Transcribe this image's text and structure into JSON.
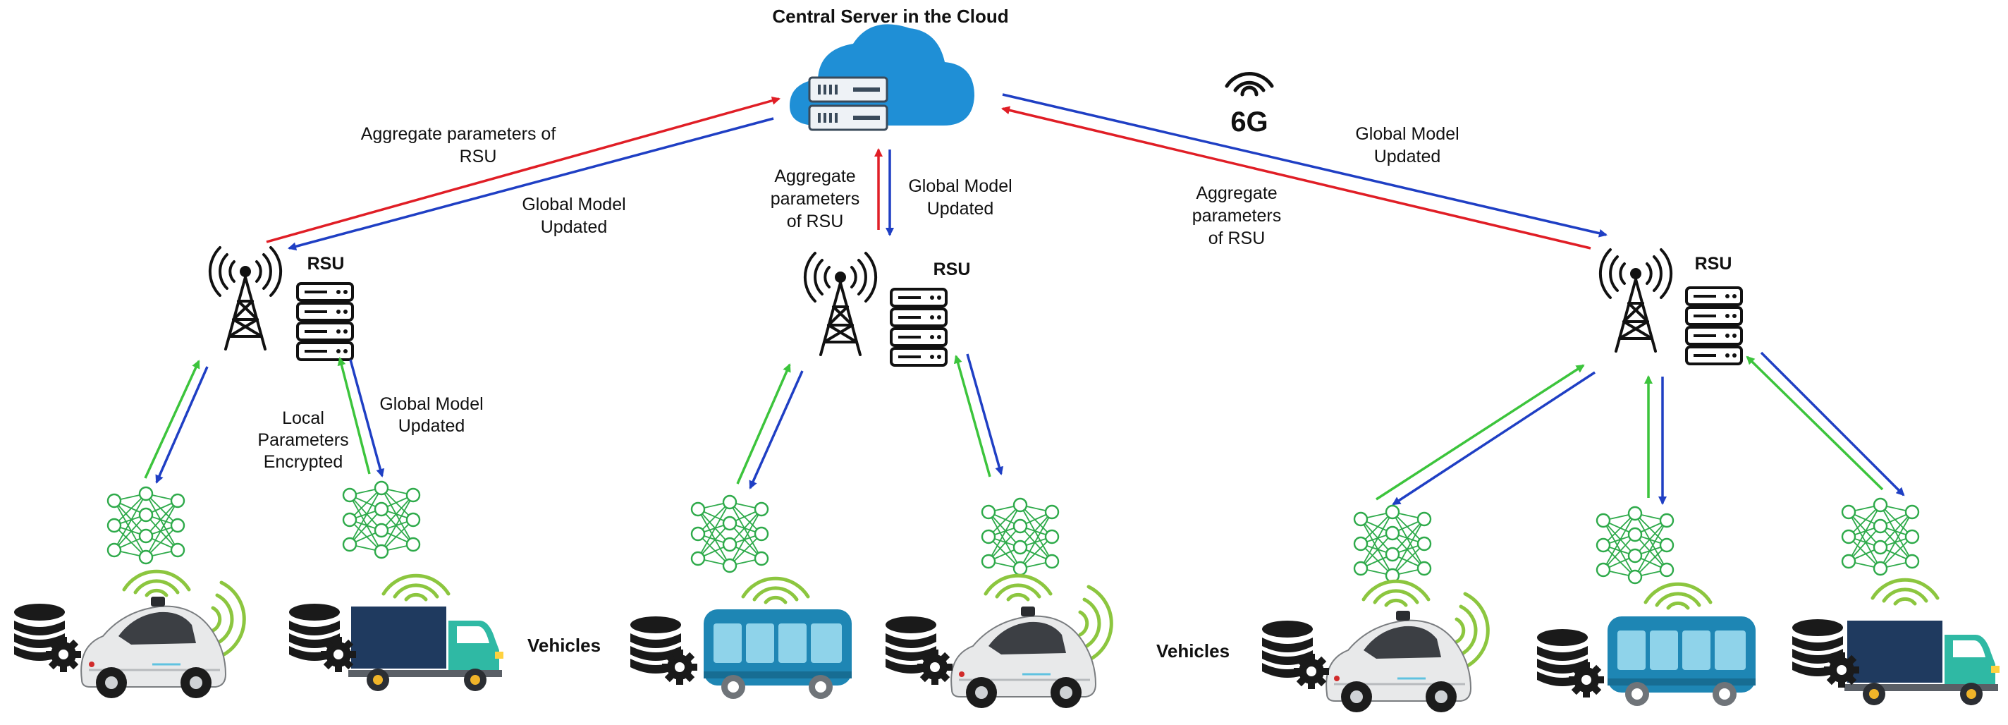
{
  "title": "Central Server in the Cloud",
  "network_badge": "6G",
  "labels": {
    "rsu": "RSU",
    "vehicles": "Vehicles",
    "aggregate_rsu_left": [
      "Aggregate parameters of",
      "RSU"
    ],
    "global_model_left": [
      "Global Model",
      "Updated"
    ],
    "aggregate_center": [
      "Aggregate",
      "parameters",
      "of RSU"
    ],
    "global_model_center": [
      "Global Model",
      "Updated"
    ],
    "global_model_right": [
      "Global Model",
      "Updated"
    ],
    "aggregate_right": [
      "Aggregate",
      "parameters",
      "of RSU"
    ],
    "local_params": [
      "Local",
      "Parameters",
      "Encrypted"
    ],
    "global_model_vehicle": [
      "Global Model",
      "Updated"
    ]
  },
  "colors": {
    "upload_to_cloud": "#e01e26",
    "download_global": "#1f3fc4",
    "local_upload": "#3cc43c",
    "cloud": "#1f8fd6",
    "signal": "#8cc63f",
    "neural_net": "#2eaa4a",
    "bus": "#1e86b4",
    "truck_body": "#1f3a5f",
    "truck_cab": "#2fb9a4"
  }
}
